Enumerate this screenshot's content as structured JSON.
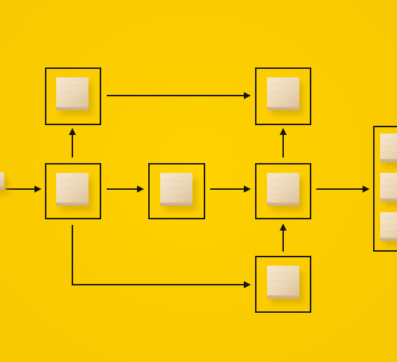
{
  "colors": {
    "background": "#FFCE00",
    "background_shade": "#F5C400",
    "line": "#141414",
    "wood_light": "#F4E3C8",
    "wood_mid": "#E7D0AE",
    "wood_dark": "#D2B690",
    "shadow": "#C79F00"
  },
  "nodes": [
    {
      "id": "input-block"
    },
    {
      "id": "top-left-block"
    },
    {
      "id": "center-left-block"
    },
    {
      "id": "center-block"
    },
    {
      "id": "center-right-block"
    },
    {
      "id": "top-right-block"
    },
    {
      "id": "bottom-right-block"
    },
    {
      "id": "output-stack-block-1"
    },
    {
      "id": "output-stack-block-2"
    },
    {
      "id": "output-stack-block-3"
    }
  ]
}
